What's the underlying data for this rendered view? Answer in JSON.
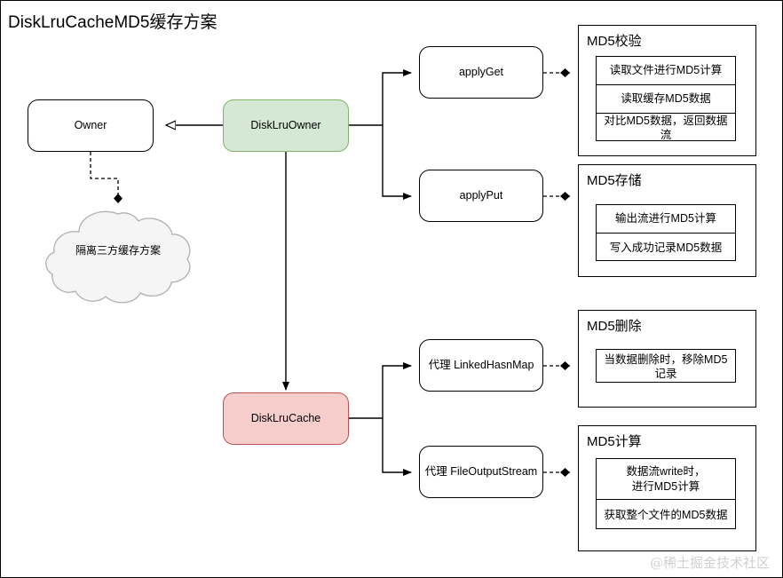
{
  "diagram": {
    "title": "DiskLruCacheMD5缓存方案",
    "watermark": "@稀土掘金技术社区",
    "colors": {
      "green_fill": "#d5e8d4",
      "green_stroke": "#82b366",
      "red_fill": "#f8cecc",
      "red_stroke": "#b85450",
      "cloud_fill": "#f5f5f5",
      "cloud_stroke": "#b0b0b0",
      "line": "#000000",
      "watermark": "#d0d0d0"
    }
  },
  "nodes": {
    "owner": "Owner",
    "disk_lru_owner": "DiskLruOwner",
    "disk_lru_cache": "DiskLruCache",
    "apply_get": "applyGet",
    "apply_put": "applyPut",
    "proxy_linked_hashmap": "代理 LinkedHasnMap",
    "proxy_file_output_stream": "代理 FileOutputStream",
    "cloud": "隔离三方缓存方案"
  },
  "panels": [
    {
      "title": "MD5校验",
      "rows": [
        "读取文件进行MD5计算",
        "读取缓存MD5数据",
        "对比MD5数据，返回数据流"
      ]
    },
    {
      "title": "MD5存储",
      "rows": [
        "输出流进行MD5计算",
        "写入成功记录MD5数据"
      ]
    },
    {
      "title": "MD5删除",
      "rows": [
        "当数据删除时，移除MD5记录"
      ]
    },
    {
      "title": "MD5计算",
      "rows": [
        "数据流write时，\n进行MD5计算",
        "获取整个文件的MD5数据"
      ]
    }
  ]
}
